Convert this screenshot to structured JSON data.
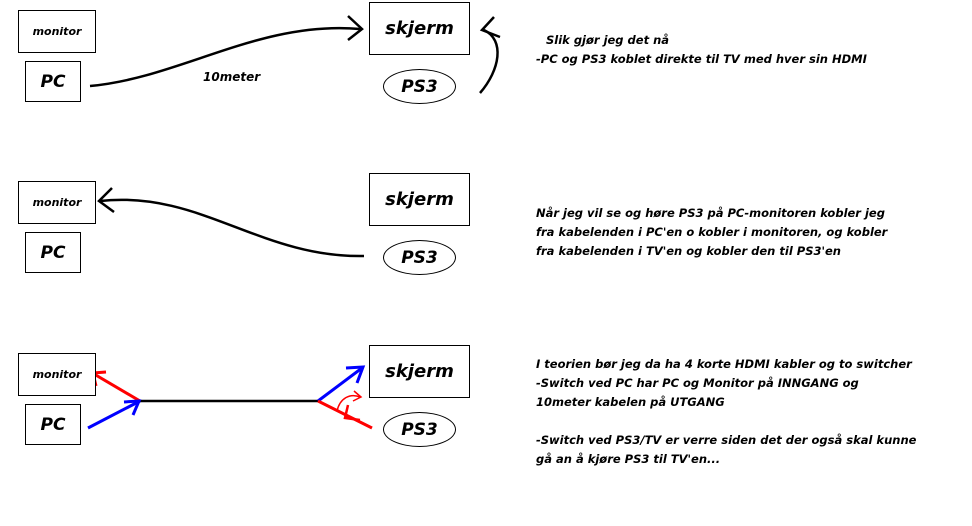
{
  "scene1": {
    "monitor": "monitor",
    "pc": "PC",
    "skjerm": "skjerm",
    "ps3": "PS3",
    "cable_label": "10meter",
    "note": [
      "Slik gjør jeg det nå",
      "-PC og PS3 koblet direkte til TV med hver sin HDMI"
    ]
  },
  "scene2": {
    "monitor": "monitor",
    "pc": "PC",
    "skjerm": "skjerm",
    "ps3": "PS3",
    "note": [
      "Når jeg vil se og høre PS3 på PC-monitoren kobler jeg",
      "fra kabelenden i PC'en o kobler i monitoren, og kobler",
      "fra kabelenden i TV'en og kobler den til PS3'en"
    ]
  },
  "scene3": {
    "monitor": "monitor",
    "pc": "PC",
    "skjerm": "skjerm",
    "ps3": "PS3",
    "note": [
      "I teorien bør jeg da ha 4 korte HDMI kabler og to switcher",
      "-Switch ved PC har PC og Monitor på INNGANG og",
      "10meter kabelen på UTGANG",
      "",
      "-Switch ved PS3/TV er verre siden det der også skal kunne",
      "gå an å  kjøre PS3 til TV'en..."
    ]
  },
  "colors": {
    "input": "#ff0000",
    "output": "#0000ff",
    "line": "#000000"
  }
}
